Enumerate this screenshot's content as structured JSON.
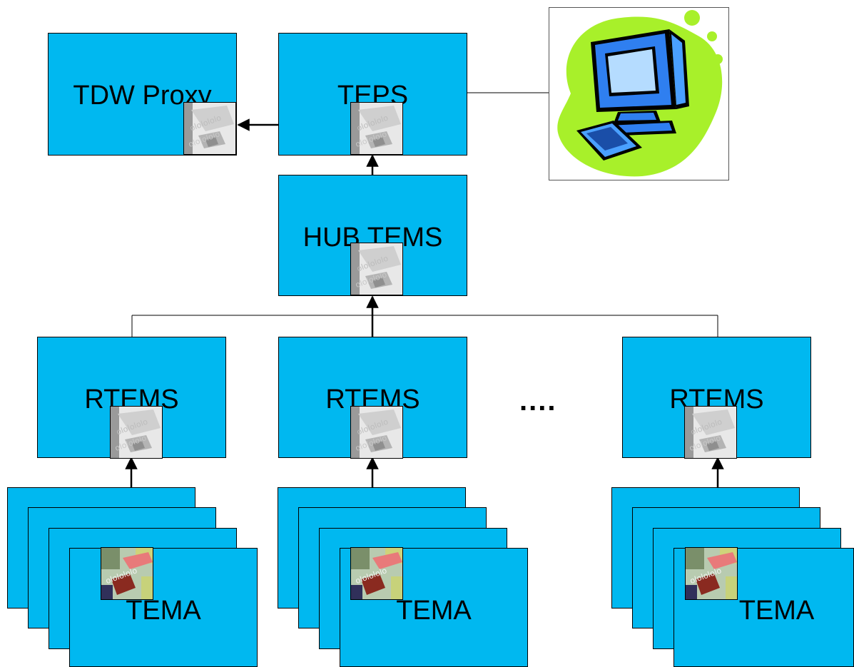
{
  "nodes": {
    "tdw_proxy": "TDW Proxy",
    "teps": "TEPS",
    "hub_tems": "HUB TEMS",
    "rtems_1": "RTEMS",
    "rtems_2": "RTEMS",
    "rtems_3": "RTEMS",
    "tema_1": "TEMA",
    "tema_2": "TEMA",
    "tema_3": "TEMA"
  },
  "ellipsis": "....",
  "colors": {
    "box_fill": "#00b8f0",
    "computer_blob": "#a8f02a",
    "computer_screen": "#2f7ff0"
  },
  "icons": {
    "server_icon": "gray-server-graphic",
    "agent_icon": "agent-hand-graphic",
    "workstation": "desktop-computer-clipart"
  }
}
